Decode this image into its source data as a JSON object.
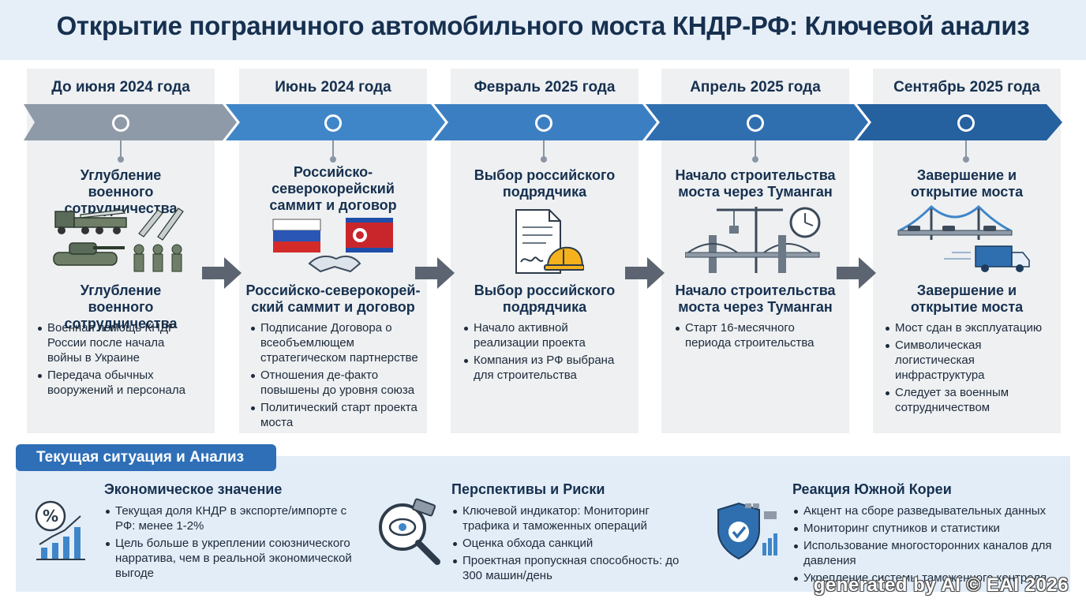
{
  "title": "Открытие пограничного автомобильного моста КНДР-РФ: Ключевой анализ",
  "timeline": [
    {
      "date": "До июня 2024 года",
      "heading_top": "Углубление военного сотрудничества",
      "heading": "Углубление военного сотрудничества",
      "bullets": [
        "Военная помощь КНДР России после начала войны в Украине",
        "Передача обычных вооружений и персонала"
      ],
      "icon": "military-equipment-icon",
      "color": "#8e9aa7"
    },
    {
      "date": "Июнь 2024 года",
      "heading_top": "Российско-северокорейский саммит и договор",
      "heading": "Российско-северокорей-ский саммит и договор",
      "bullets": [
        "Подписание Договора о всеобъемлющем стратегическом партнерстве",
        "Отношения де-факто повышены до уровня союза",
        "Политический старт проекта моста"
      ],
      "icon": "flags-handshake-icon",
      "color": "#3f86c9"
    },
    {
      "date": "Февраль 2025 года",
      "heading_top": "Выбор российского подрядчика",
      "heading": "Выбор российского подрядчика",
      "bullets": [
        "Начало активной реализации проекта",
        "Компания из РФ выбрана для строительства"
      ],
      "icon": "contract-helmet-icon",
      "color": "#3b7fc2"
    },
    {
      "date": "Апрель 2025 года",
      "heading_top": "Начало строительства моста через Туманган",
      "heading": "Начало строительства моста через Туманган",
      "bullets": [
        "Старт 16-месячного периода строительства"
      ],
      "icon": "bridge-crane-clock-icon",
      "color": "#2f6fb0"
    },
    {
      "date": "Сентябрь 2025 года",
      "heading_top": "Завершение и открытие моста",
      "heading": "Завершение и открытие моста",
      "bullets": [
        "Мост сдан в эксплуатацию",
        "Символическая логистическая инфраструктура",
        "Следует за военным сотрудничеством"
      ],
      "icon": "bridge-truck-icon",
      "color": "#25609f"
    }
  ],
  "analysis": {
    "tab_label": "Текущая ситуация и Анализ",
    "sections": [
      {
        "title": "Экономическое значение",
        "bullets": [
          "Текущая доля КНДР в экспорте/импорте с РФ: менее 1-2%",
          "Цель больше в укреплении союзнического нарратива, чем в реальной экономической выгоде"
        ],
        "icon": "percent-chart-icon"
      },
      {
        "title": "Перспективы и Риски",
        "bullets": [
          "Ключевой индикатор: Мониторинг трафика и таможенных операций",
          "Оценка обхода санкций",
          "Проектная пропускная способность: до 300 машин/день"
        ],
        "icon": "camera-magnifier-icon"
      },
      {
        "title": "Реакция Южной Кореи",
        "bullets": [
          "Акцент на сборе разведывательных данных",
          "Мониторинг спутников и статистики",
          "Использование многосторонних каналов для давления",
          "Укрепление системы таможенного контроля"
        ],
        "icon": "shield-check-icon"
      }
    ]
  },
  "watermark": "generated by AI © EAI 2026"
}
